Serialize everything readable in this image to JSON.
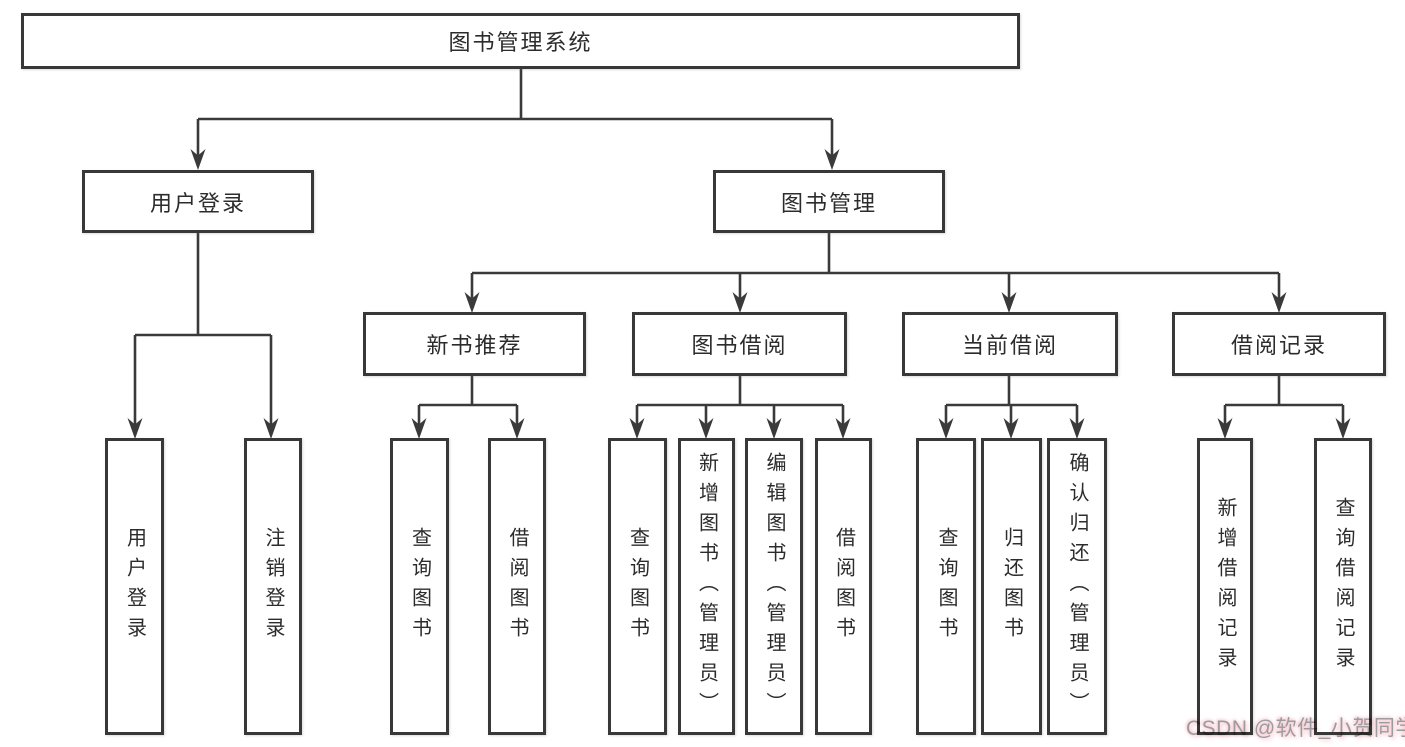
{
  "title": "图书管理系统",
  "diagram": {
    "root": {
      "label": "图书管理系统"
    },
    "level1": [
      {
        "label": "用户登录"
      },
      {
        "label": "图书管理"
      }
    ],
    "level2": [
      {
        "label": "新书推荐",
        "parent": "图书管理"
      },
      {
        "label": "图书借阅",
        "parent": "图书管理"
      },
      {
        "label": "当前借阅",
        "parent": "图书管理"
      },
      {
        "label": "借阅记录",
        "parent": "图书管理"
      }
    ],
    "leaves": [
      {
        "label": "用户登录",
        "parent": "用户登录"
      },
      {
        "label": "注销登录",
        "parent": "用户登录"
      },
      {
        "label": "查询图书",
        "parent": "新书推荐"
      },
      {
        "label": "借阅图书",
        "parent": "新书推荐"
      },
      {
        "label": "查询图书",
        "parent": "图书借阅"
      },
      {
        "label": "新增图书（管理员）",
        "parent": "图书借阅"
      },
      {
        "label": "编辑图书（管理员）",
        "parent": "图书借阅"
      },
      {
        "label": "借阅图书",
        "parent": "图书借阅"
      },
      {
        "label": "查询图书",
        "parent": "当前借阅"
      },
      {
        "label": "归还图书",
        "parent": "当前借阅"
      },
      {
        "label": "确认归还（管理员）",
        "parent": "当前借阅"
      },
      {
        "label": "新增借阅记录",
        "parent": "借阅记录"
      },
      {
        "label": "查询借阅记录",
        "parent": "借阅记录"
      }
    ]
  },
  "watermark": {
    "text": "CSDN @软件_小贺同学"
  },
  "colors": {
    "line": "#3a3a3a",
    "box_border": "#383838",
    "text": "#2c2c2c",
    "background": "#ffffff",
    "watermark_text": "#9c9ca0",
    "watermark_tint": "#f5bfc7"
  }
}
